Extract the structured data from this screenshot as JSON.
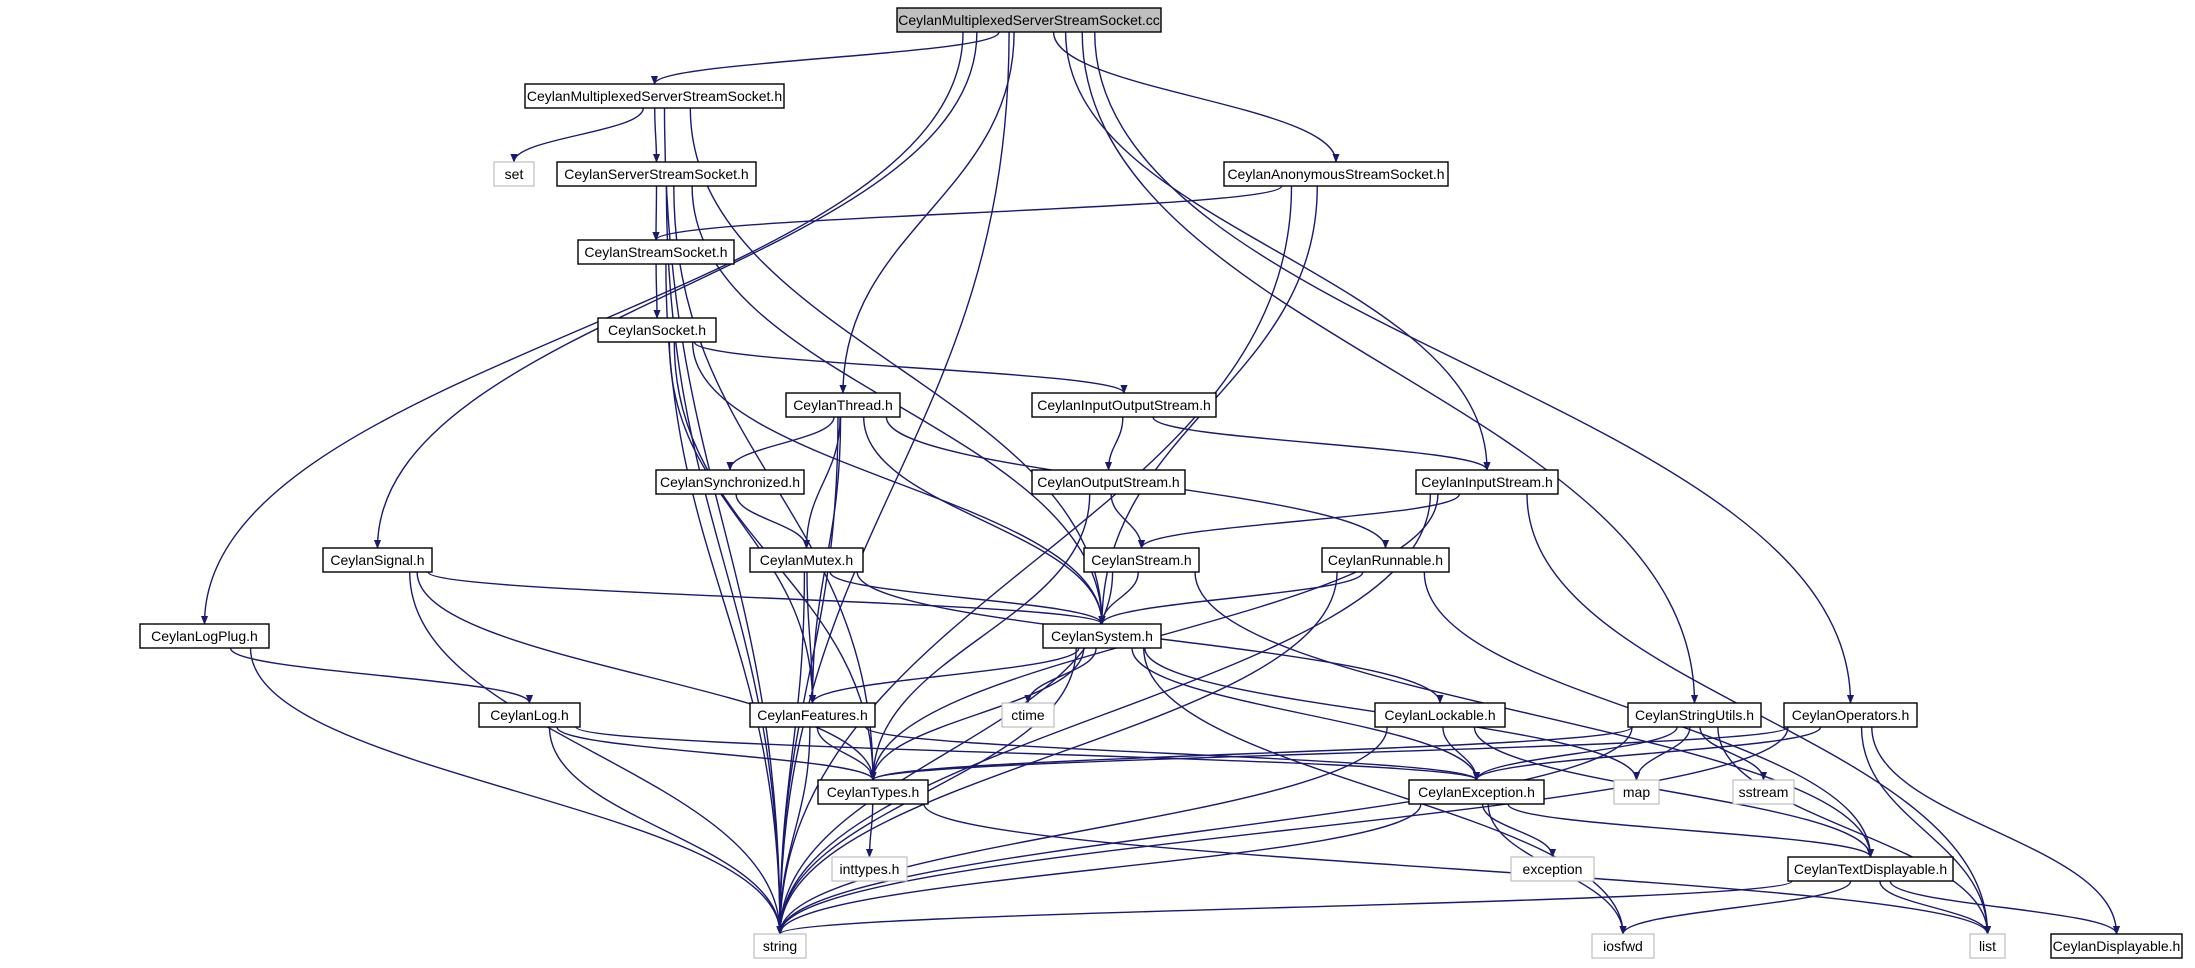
{
  "title": "CeylanMultiplexedServerStreamSocket.cc",
  "colors": {
    "edge": "#191970",
    "root_fill": "#bfbfbf",
    "system_header_border": "#bfbfbf",
    "node_border": "#000000"
  },
  "nodes": [
    {
      "id": "root",
      "label": "CeylanMultiplexedServerStreamSocket.cc",
      "kind": "root"
    },
    {
      "id": "mss_h",
      "label": "CeylanMultiplexedServerStreamSocket.h",
      "kind": "header"
    },
    {
      "id": "set",
      "label": "set",
      "kind": "system"
    },
    {
      "id": "sss_h",
      "label": "CeylanServerStreamSocket.h",
      "kind": "header"
    },
    {
      "id": "anon_h",
      "label": "CeylanAnonymousStreamSocket.h",
      "kind": "header"
    },
    {
      "id": "ss_h",
      "label": "CeylanStreamSocket.h",
      "kind": "header"
    },
    {
      "id": "sock_h",
      "label": "CeylanSocket.h",
      "kind": "header"
    },
    {
      "id": "thread_h",
      "label": "CeylanThread.h",
      "kind": "header"
    },
    {
      "id": "ios_h",
      "label": "CeylanInputOutputStream.h",
      "kind": "header"
    },
    {
      "id": "sync_h",
      "label": "CeylanSynchronized.h",
      "kind": "header"
    },
    {
      "id": "os_h",
      "label": "CeylanOutputStream.h",
      "kind": "header"
    },
    {
      "id": "is_h",
      "label": "CeylanInputStream.h",
      "kind": "header"
    },
    {
      "id": "signal_h",
      "label": "CeylanSignal.h",
      "kind": "header"
    },
    {
      "id": "mutex_h",
      "label": "CeylanMutex.h",
      "kind": "header"
    },
    {
      "id": "stream_h",
      "label": "CeylanStream.h",
      "kind": "header"
    },
    {
      "id": "runnable_h",
      "label": "CeylanRunnable.h",
      "kind": "header"
    },
    {
      "id": "logplug_h",
      "label": "CeylanLogPlug.h",
      "kind": "header"
    },
    {
      "id": "system_h",
      "label": "CeylanSystem.h",
      "kind": "header"
    },
    {
      "id": "log_h",
      "label": "CeylanLog.h",
      "kind": "header"
    },
    {
      "id": "features_h",
      "label": "CeylanFeatures.h",
      "kind": "header"
    },
    {
      "id": "ctime",
      "label": "ctime",
      "kind": "system"
    },
    {
      "id": "lockable_h",
      "label": "CeylanLockable.h",
      "kind": "header"
    },
    {
      "id": "strutils_h",
      "label": "CeylanStringUtils.h",
      "kind": "header"
    },
    {
      "id": "operators_h",
      "label": "CeylanOperators.h",
      "kind": "header"
    },
    {
      "id": "types_h",
      "label": "CeylanTypes.h",
      "kind": "header"
    },
    {
      "id": "exception_h",
      "label": "CeylanException.h",
      "kind": "header"
    },
    {
      "id": "map",
      "label": "map",
      "kind": "system"
    },
    {
      "id": "sstream",
      "label": "sstream",
      "kind": "system"
    },
    {
      "id": "inttypes_h",
      "label": "inttypes.h",
      "kind": "system"
    },
    {
      "id": "exception",
      "label": "exception",
      "kind": "system"
    },
    {
      "id": "textdisp_h",
      "label": "CeylanTextDisplayable.h",
      "kind": "header"
    },
    {
      "id": "string",
      "label": "string",
      "kind": "system"
    },
    {
      "id": "iosfwd",
      "label": "iosfwd",
      "kind": "system"
    },
    {
      "id": "list",
      "label": "list",
      "kind": "system"
    },
    {
      "id": "disp_h",
      "label": "CeylanDisplayable.h",
      "kind": "header"
    }
  ],
  "edges": [
    [
      "root",
      "mss_h"
    ],
    [
      "root",
      "thread_h"
    ],
    [
      "root",
      "anon_h"
    ],
    [
      "root",
      "is_h"
    ],
    [
      "root",
      "signal_h"
    ],
    [
      "root",
      "logplug_h"
    ],
    [
      "root",
      "strutils_h"
    ],
    [
      "root",
      "operators_h"
    ],
    [
      "root",
      "string"
    ],
    [
      "mss_h",
      "set"
    ],
    [
      "mss_h",
      "sss_h"
    ],
    [
      "mss_h",
      "system_h"
    ],
    [
      "mss_h",
      "string"
    ],
    [
      "sss_h",
      "ss_h"
    ],
    [
      "sss_h",
      "system_h"
    ],
    [
      "sss_h",
      "types_h"
    ],
    [
      "sss_h",
      "string"
    ],
    [
      "anon_h",
      "ss_h"
    ],
    [
      "anon_h",
      "system_h"
    ],
    [
      "anon_h",
      "string"
    ],
    [
      "ss_h",
      "sock_h"
    ],
    [
      "ss_h",
      "string"
    ],
    [
      "sock_h",
      "ios_h"
    ],
    [
      "sock_h",
      "system_h"
    ],
    [
      "sock_h",
      "features_h"
    ],
    [
      "sock_h",
      "types_h"
    ],
    [
      "thread_h",
      "sync_h"
    ],
    [
      "thread_h",
      "mutex_h"
    ],
    [
      "thread_h",
      "runnable_h"
    ],
    [
      "thread_h",
      "system_h"
    ],
    [
      "thread_h",
      "features_h"
    ],
    [
      "thread_h",
      "string"
    ],
    [
      "ios_h",
      "os_h"
    ],
    [
      "ios_h",
      "is_h"
    ],
    [
      "sync_h",
      "mutex_h"
    ],
    [
      "os_h",
      "stream_h"
    ],
    [
      "os_h",
      "types_h"
    ],
    [
      "is_h",
      "stream_h"
    ],
    [
      "is_h",
      "types_h"
    ],
    [
      "is_h",
      "string"
    ],
    [
      "is_h",
      "list"
    ],
    [
      "signal_h",
      "system_h"
    ],
    [
      "signal_h",
      "types_h"
    ],
    [
      "signal_h",
      "string"
    ],
    [
      "mutex_h",
      "features_h"
    ],
    [
      "mutex_h",
      "system_h"
    ],
    [
      "mutex_h",
      "lockable_h"
    ],
    [
      "mutex_h",
      "string"
    ],
    [
      "stream_h",
      "system_h"
    ],
    [
      "stream_h",
      "textdisp_h"
    ],
    [
      "stream_h",
      "string"
    ],
    [
      "runnable_h",
      "system_h"
    ],
    [
      "runnable_h",
      "textdisp_h"
    ],
    [
      "runnable_h",
      "string"
    ],
    [
      "logplug_h",
      "log_h"
    ],
    [
      "logplug_h",
      "string"
    ],
    [
      "system_h",
      "features_h"
    ],
    [
      "system_h",
      "ctime"
    ],
    [
      "system_h",
      "types_h"
    ],
    [
      "system_h",
      "exception_h"
    ],
    [
      "system_h",
      "map"
    ],
    [
      "system_h",
      "iosfwd"
    ],
    [
      "system_h",
      "string"
    ],
    [
      "log_h",
      "types_h"
    ],
    [
      "log_h",
      "exception_h"
    ],
    [
      "log_h",
      "string"
    ],
    [
      "features_h",
      "types_h"
    ],
    [
      "features_h",
      "exception_h"
    ],
    [
      "features_h",
      "string"
    ],
    [
      "lockable_h",
      "exception_h"
    ],
    [
      "lockable_h",
      "textdisp_h"
    ],
    [
      "lockable_h",
      "string"
    ],
    [
      "strutils_h",
      "types_h"
    ],
    [
      "strutils_h",
      "exception_h"
    ],
    [
      "strutils_h",
      "map"
    ],
    [
      "strutils_h",
      "sstream"
    ],
    [
      "strutils_h",
      "list"
    ],
    [
      "strutils_h",
      "string"
    ],
    [
      "operators_h",
      "types_h"
    ],
    [
      "operators_h",
      "exception_h"
    ],
    [
      "operators_h",
      "list"
    ],
    [
      "operators_h",
      "disp_h"
    ],
    [
      "operators_h",
      "string"
    ],
    [
      "types_h",
      "inttypes_h"
    ],
    [
      "types_h",
      "list"
    ],
    [
      "exception_h",
      "exception"
    ],
    [
      "exception_h",
      "textdisp_h"
    ],
    [
      "exception_h",
      "iosfwd"
    ],
    [
      "exception_h",
      "string"
    ],
    [
      "textdisp_h",
      "string"
    ],
    [
      "textdisp_h",
      "iosfwd"
    ],
    [
      "textdisp_h",
      "list"
    ],
    [
      "textdisp_h",
      "disp_h"
    ]
  ]
}
